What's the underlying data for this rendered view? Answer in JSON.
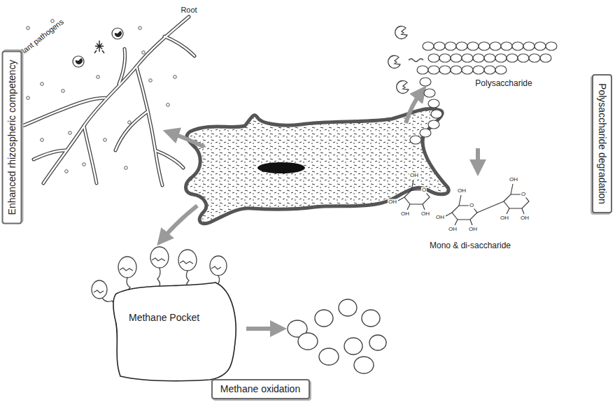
{
  "diagram": {
    "nodes": [
      {
        "text": [
          "Enhanced rhizospheric competency"
        ]
      },
      {
        "text": [
          "Polysaccharide degradation"
        ]
      },
      {
        "text": [
          "Methane Pocket"
        ]
      },
      {
        "text": [
          "Methane oxidation"
        ]
      }
    ],
    "labels": [
      "Plant pathogens",
      "Root",
      "Polysaccharide",
      "OH",
      "OH",
      "OH",
      "OH",
      "O",
      "OH",
      "OH",
      "OH",
      "OH",
      "O",
      "OH",
      "OH",
      "OH",
      "O",
      "Mono & di-saccharide"
    ]
  }
}
